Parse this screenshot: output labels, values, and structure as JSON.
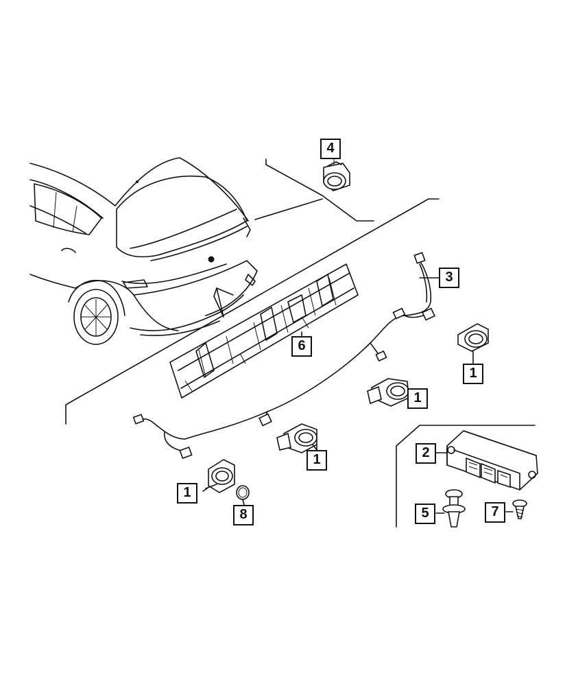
{
  "callouts": {
    "c1a": "1",
    "c1b": "1",
    "c1c": "1",
    "c1d": "1",
    "c2": "2",
    "c3": "3",
    "c4": "4",
    "c5": "5",
    "c6": "6",
    "c7": "7",
    "c8": "8"
  },
  "colors": {
    "line": "#111111",
    "background": "#ffffff"
  }
}
